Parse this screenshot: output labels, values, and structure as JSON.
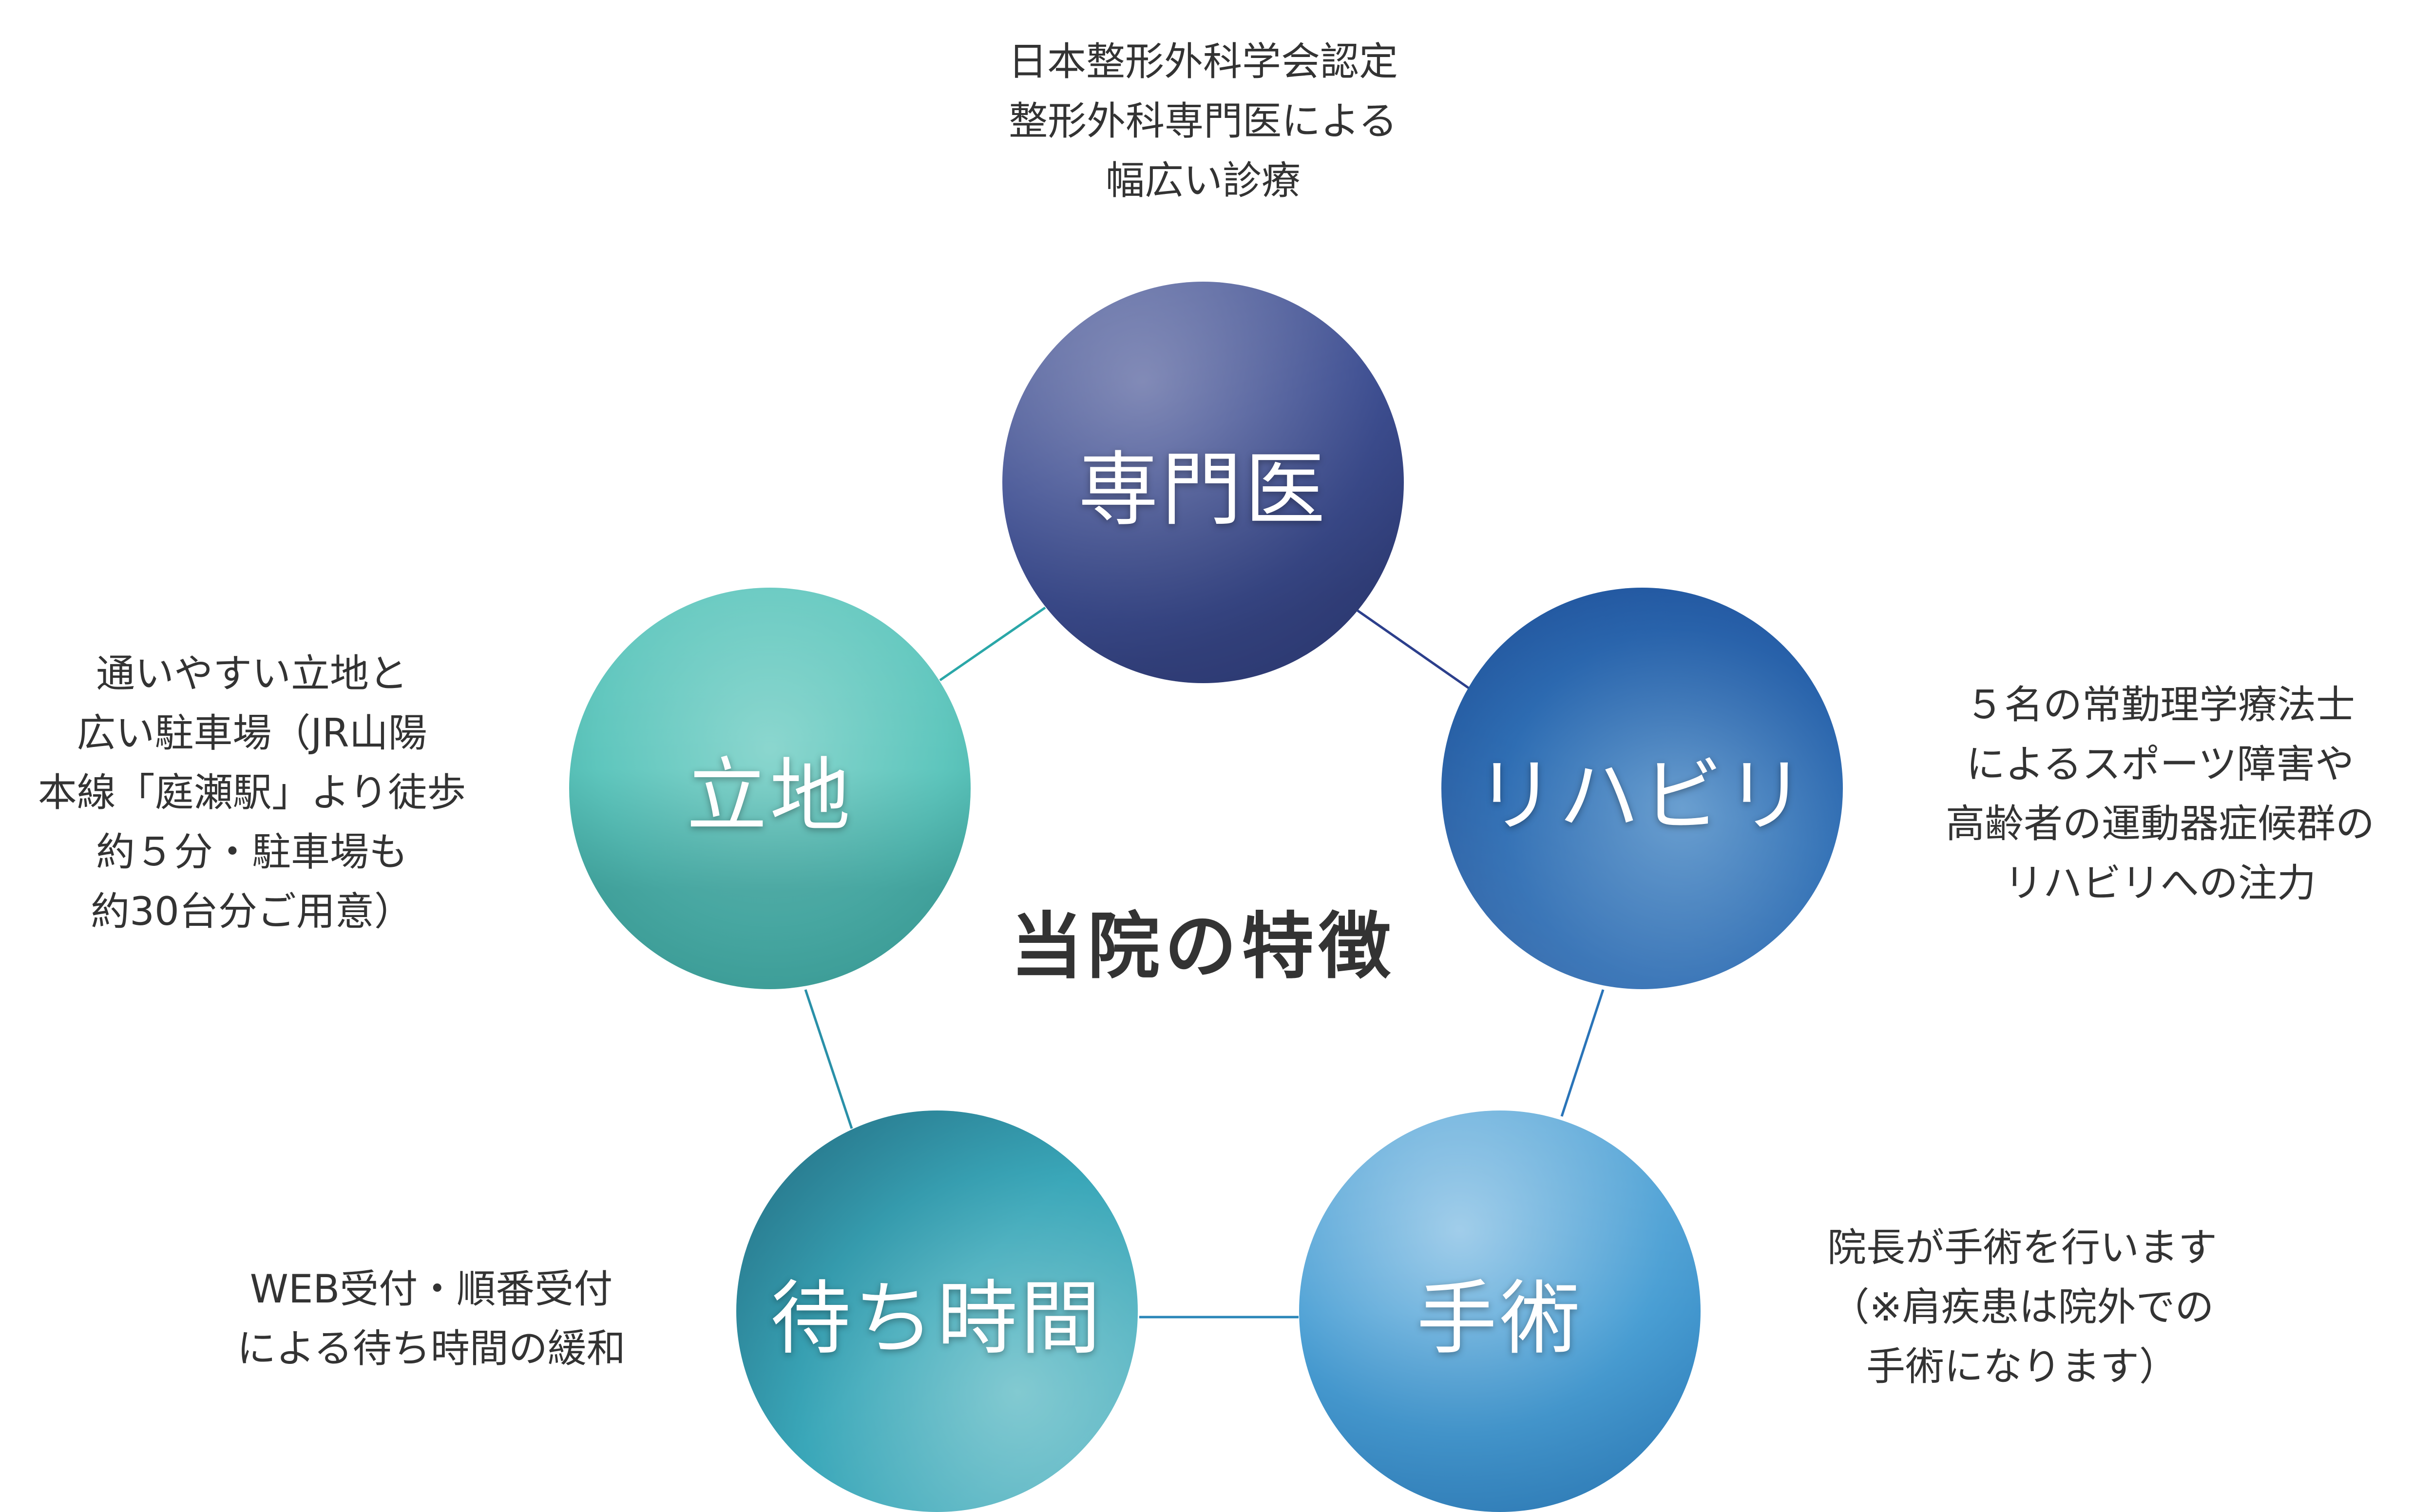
{
  "center_title": "当院の特徴",
  "colors": {
    "specialist": "#3e4f92",
    "rehab": "#2e6db3",
    "surgery": "#4a9fd4",
    "waiting": "#3aa7b9",
    "location": "#5ec6bd",
    "text": "#333333"
  },
  "features": {
    "specialist": {
      "label": "専門医",
      "desc": [
        "日本整形外科学会認定",
        "整形外科専門医による",
        "幅広い診療"
      ]
    },
    "rehab": {
      "label": "リハビリ",
      "desc": [
        "５名の常勤理学療法士",
        "によるスポーツ障害や",
        "高齢者の運動器症候群の",
        "リハビリへの注力"
      ]
    },
    "surgery": {
      "label": "手術",
      "desc": [
        "院長が手術を行います",
        "（※肩疾患は院外での",
        "手術になります）"
      ]
    },
    "waiting": {
      "label": "待ち時間",
      "desc": [
        "WEB受付・順番受付",
        "による待ち時間の緩和"
      ]
    },
    "location": {
      "label": "立地",
      "desc": [
        "通いやすい立地と",
        "広い駐車場（JR山陽",
        "本線「庭瀬駅」より徒歩",
        "約５分・駐車場も",
        "約30台分ご用意）"
      ]
    }
  }
}
